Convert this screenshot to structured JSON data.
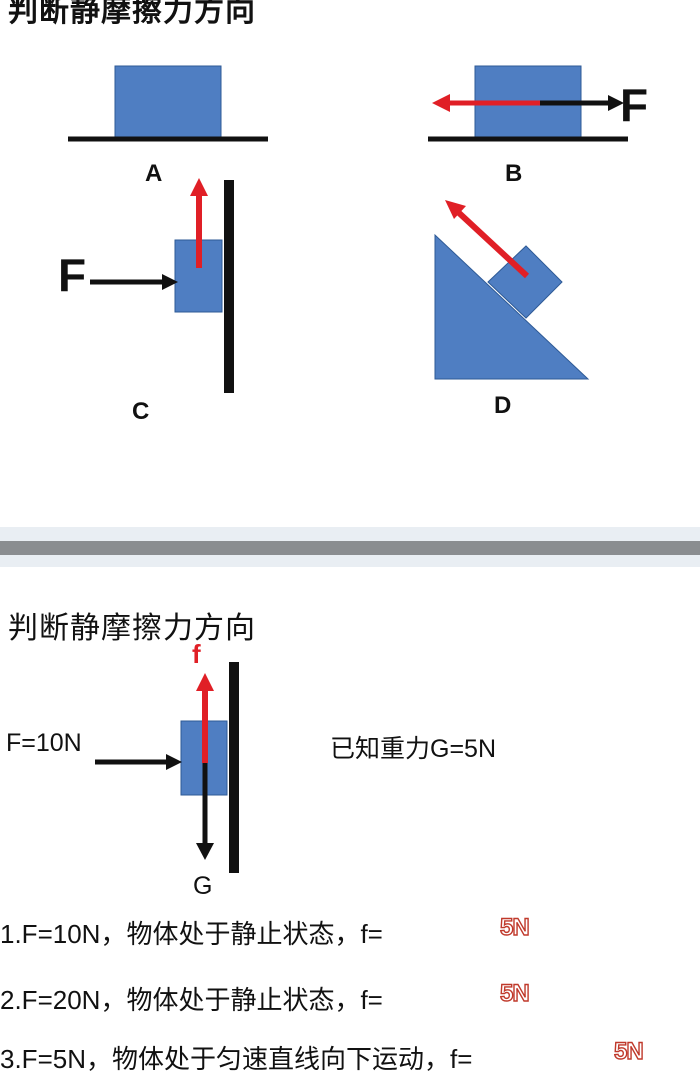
{
  "top_slide": {
    "title": "判断静摩擦力方向",
    "labels": {
      "a": "A",
      "b": "B",
      "c": "C",
      "d": "D"
    },
    "force_letter_b": "F",
    "force_letter_c": "F"
  },
  "bottom_slide": {
    "title": "判断静摩擦力方向",
    "applied_force": "F=10N",
    "friction_letter": "f",
    "gravity_letter": "G",
    "given": "已知重力G=5N",
    "questions": [
      {
        "text": "1.F=10N，物体处于静止状态，f=",
        "answer": "5N"
      },
      {
        "text": "2.F=20N，物体处于静止状态，f=",
        "answer": "5N"
      },
      {
        "text": "3.F=5N，物体处于匀速直线向下运动，f=",
        "answer": "5N"
      }
    ]
  },
  "colors": {
    "block_fill": "#4f7ec2",
    "block_stroke": "#2e5a96",
    "friction_arrow": "#e01f26",
    "force_arrow": "#111111",
    "divider": "#8a8d90"
  }
}
